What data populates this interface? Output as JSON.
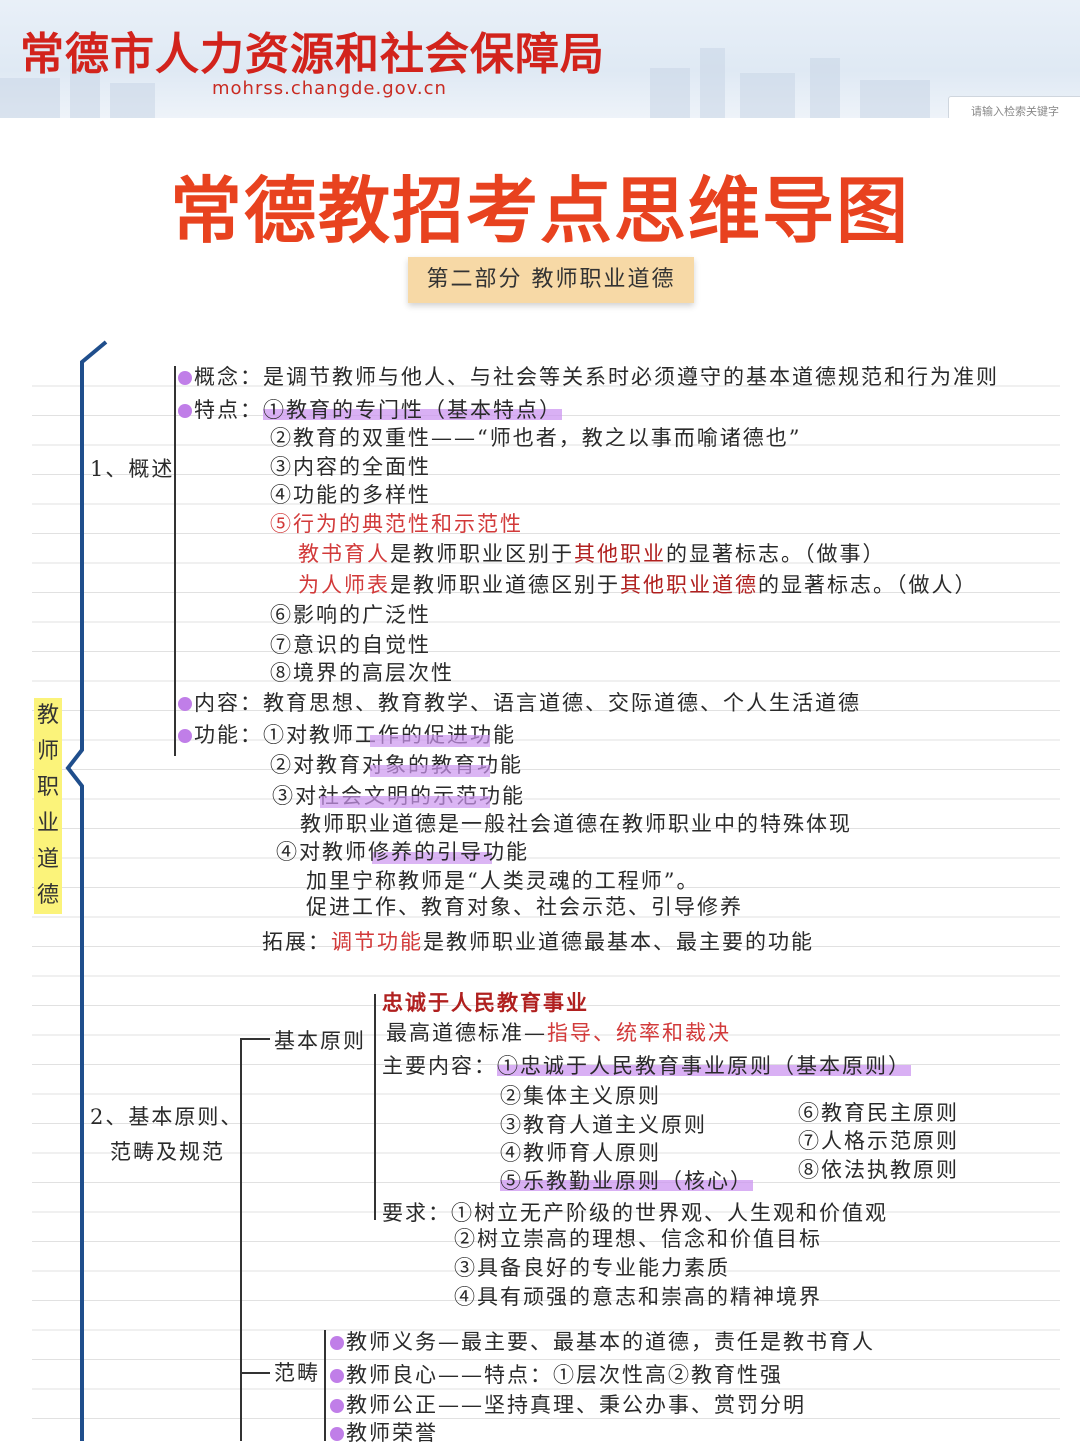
{
  "header": {
    "site_title": "常德市人力资源和社会保障局",
    "site_url": "mohrss.changde.gov.cn",
    "search_placeholder": "请输入检索关键字"
  },
  "title": "常德教招考点思维导图",
  "section_label": "第二部分  教师职业道德",
  "vertical_title": [
    "教",
    "师",
    "职",
    "业",
    "道",
    "德"
  ],
  "colors": {
    "accent_red": "#e8421f",
    "highlight": "#cc96f0",
    "brace_blue": "#1f4e8c"
  },
  "part1": {
    "heading": "1、概述",
    "concept_label": "概念：",
    "concept_text": "是调节教师与他人、与社会等关系时必须遵守的基本道德规范和行为准则",
    "features_label": "特点：",
    "features": [
      "①教育的专门性（基本特点）",
      "②教育的双重性——“师也者，教之以事而喻诸德也”",
      "③内容的全面性",
      "④功能的多样性",
      "⑤行为的典范性和示范性"
    ],
    "model_note_1": {
      "a": "教书育人",
      "b": "是教师职业区别于",
      "c": "其他职业",
      "d": "的显著标志。（做事）"
    },
    "model_note_2": {
      "a": "为人师表",
      "b": "是教师职业道德区别于",
      "c": "其他职业道德",
      "d": "的显著标志。（做人）"
    },
    "features_more": [
      "⑥影响的广泛性",
      "⑦意识的自觉性",
      "⑧境界的高层次性"
    ],
    "content_label": "内容：",
    "content_text": "教育思想、教育教学、语言道德、交际道德、个人生活道德",
    "function_label": "功能：",
    "functions": [
      "①对教师工作的促进功能",
      "②对教育对象的教育功能",
      "③对社会文明的示范功能"
    ],
    "function_note_3": "教师职业道德是一般社会道德在教师职业中的特殊体现",
    "function_4": "④对教师修养的引导功能",
    "function_note_4a": "加里宁称教师是“人类灵魂的工程师”。",
    "function_note_4b": "促进工作、教育对象、社会示范、引导修养",
    "extend_label": "拓展：",
    "extend_red": "调节功能",
    "extend_text": "是教师职业道德最基本、最主要的功能"
  },
  "part2": {
    "heading_1": "2、基本原则、",
    "heading_2": "范畴及规范",
    "basic_label": "基本原则",
    "loyal": "忠诚于人民教育事业",
    "highest_a": "最高道德标准—",
    "highest_b": "指导、统率和裁决",
    "main_label": "主要内容：",
    "principles_left": [
      "①忠诚于人民教育事业原则（基本原则）",
      "②集体主义原则",
      "③教育人道主义原则",
      "④教师育人原则",
      "⑤乐教勤业原则（核心）"
    ],
    "principles_right": [
      "⑥教育民主原则",
      "⑦人格示范原则",
      "⑧依法执教原则"
    ],
    "req_label": "要求：",
    "requirements": [
      "①树立无产阶级的世界观、人生观和价值观",
      "②树立崇高的理想、信念和价值目标",
      "③具备良好的专业能力素质",
      "④具有顽强的意志和崇高的精神境界"
    ],
    "category_label": "范畴",
    "categories": [
      "教师义务—最主要、最基本的道德，责任是教书育人",
      "教师良心——特点：①层次性高②教育性强",
      "教师公正——坚持真理、秉公办事、赏罚分明",
      "教师荣誉"
    ]
  }
}
